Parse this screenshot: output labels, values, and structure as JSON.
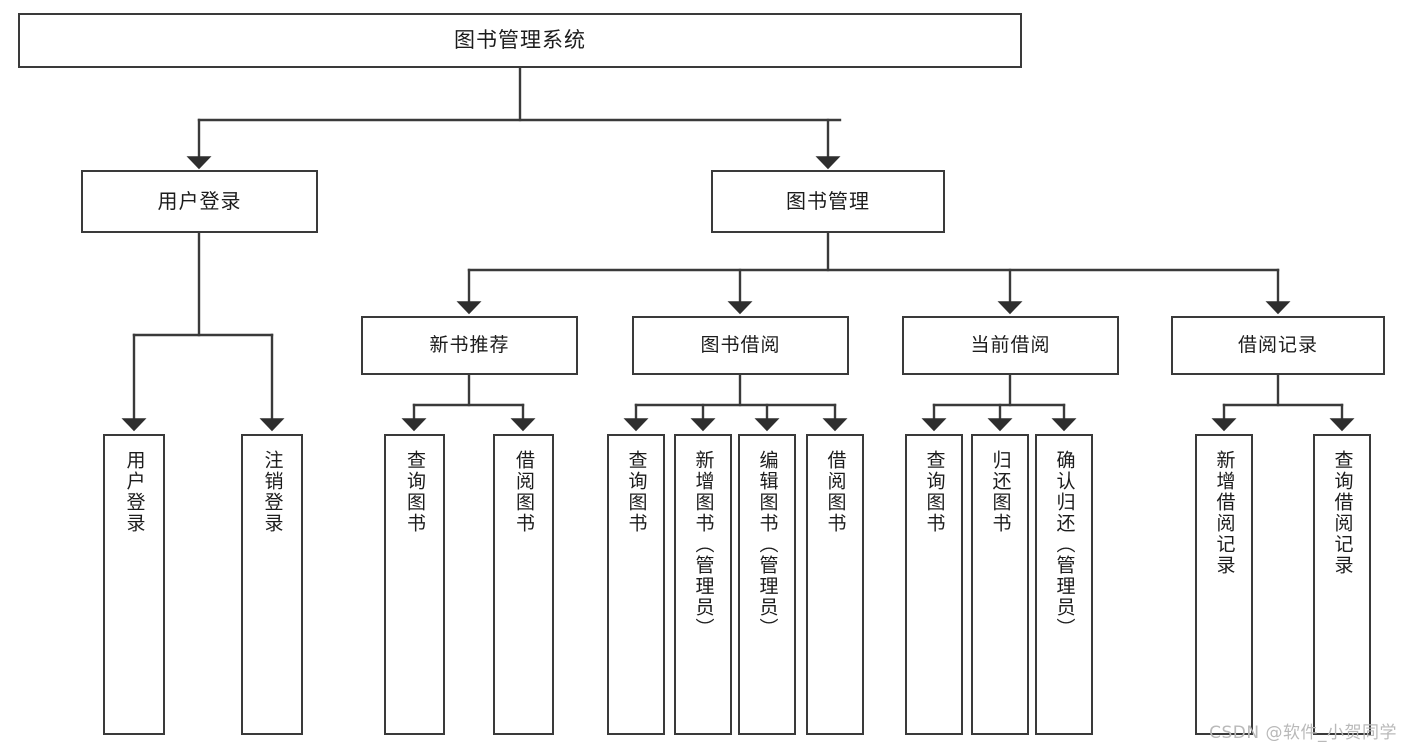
{
  "diagram": {
    "type": "tree",
    "title": "图书管理系统",
    "root": {
      "label": "图书管理系统"
    },
    "level1": [
      {
        "label": "用户登录"
      },
      {
        "label": "图书管理"
      }
    ],
    "level2": [
      {
        "label": "新书推荐",
        "parent": "图书管理"
      },
      {
        "label": "图书借阅",
        "parent": "图书管理"
      },
      {
        "label": "当前借阅",
        "parent": "图书管理"
      },
      {
        "label": "借阅记录",
        "parent": "图书管理"
      }
    ],
    "leaves": [
      {
        "label": "用户登录",
        "parent": "用户登录"
      },
      {
        "label": "注销登录",
        "parent": "用户登录"
      },
      {
        "label": "查询图书",
        "parent": "新书推荐"
      },
      {
        "label": "借阅图书",
        "parent": "新书推荐"
      },
      {
        "label": "查询图书",
        "parent": "图书借阅"
      },
      {
        "label": "新增图书（管理员）",
        "parent": "图书借阅"
      },
      {
        "label": "编辑图书（管理员）",
        "parent": "图书借阅"
      },
      {
        "label": "借阅图书",
        "parent": "图书借阅"
      },
      {
        "label": "查询图书",
        "parent": "当前借阅"
      },
      {
        "label": "归还图书",
        "parent": "当前借阅"
      },
      {
        "label": "确认归还（管理员）",
        "parent": "当前借阅"
      },
      {
        "label": "新增借阅记录",
        "parent": "借阅记录"
      },
      {
        "label": "查询借阅记录",
        "parent": "借阅记录"
      }
    ]
  },
  "watermark": {
    "text": "CSDN @软件_小贺同学"
  },
  "colors": {
    "stroke": "#3a3a3a",
    "background": "#ffffff",
    "text": "#1c1c1c",
    "watermark": "#b9b9b9"
  }
}
